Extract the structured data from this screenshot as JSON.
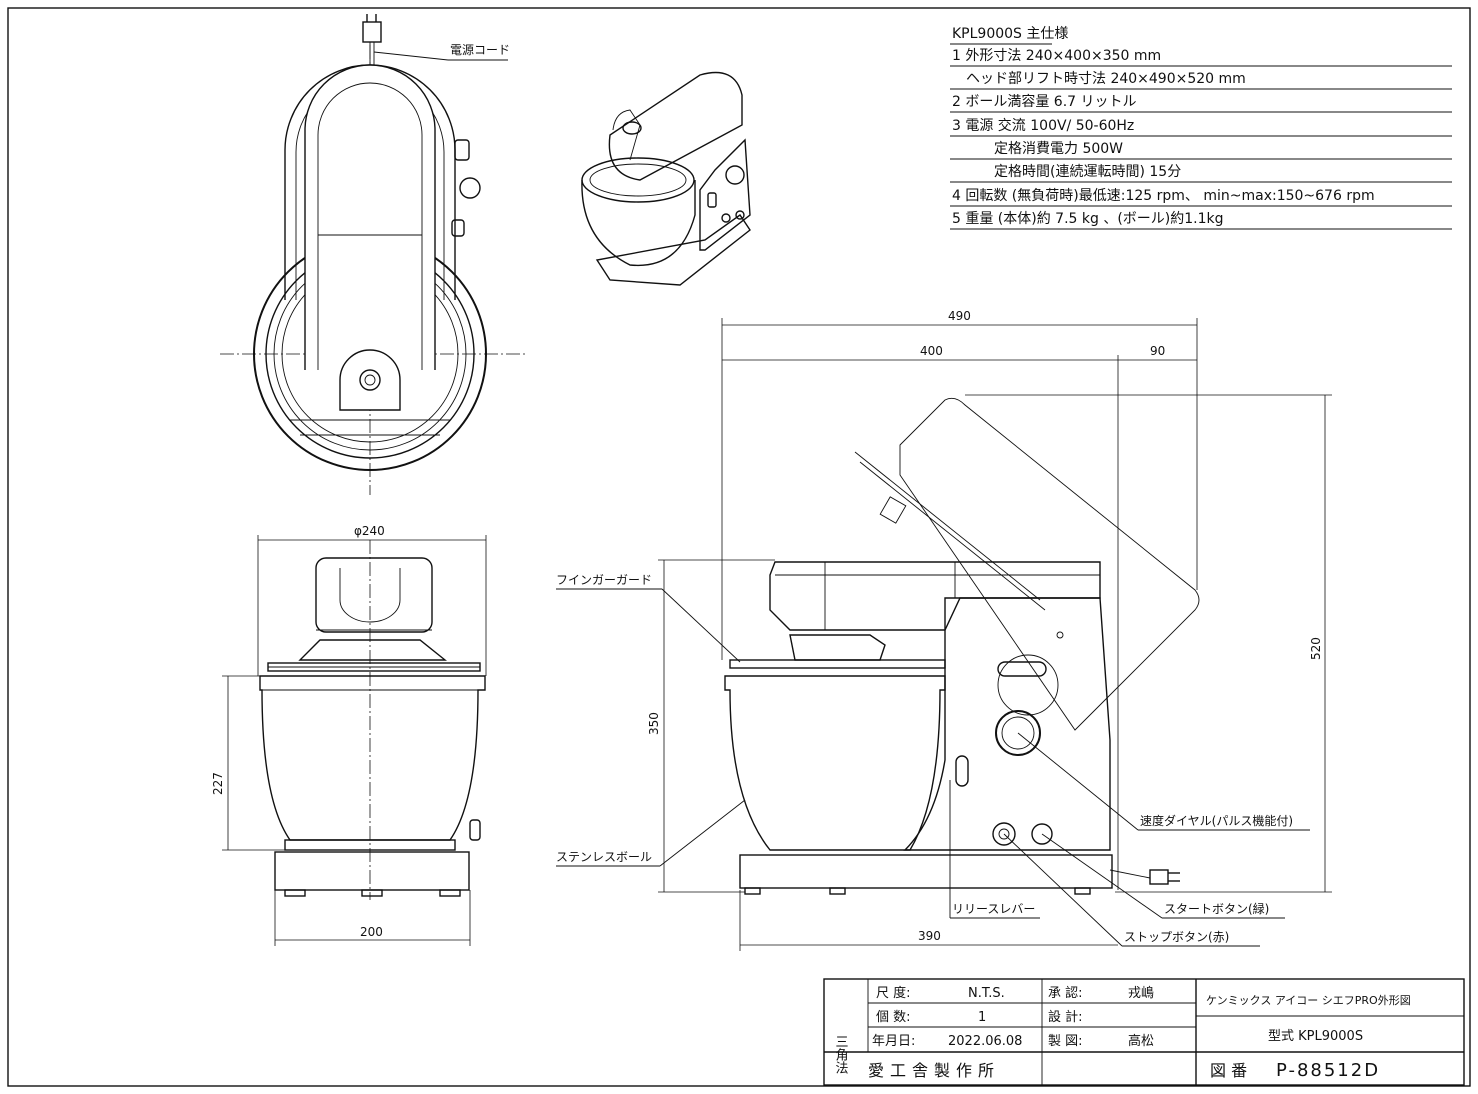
{
  "spec": {
    "title": "KPL9000S 主仕様",
    "rows": [
      "1 外形寸法 240×400×350 mm",
      "ヘッド部リフト時寸法 240×490×520 mm",
      "2 ボール満容量 6.7 リットル",
      "3 電源 交流 100V/ 50-60Hz",
      "定格消費電力 500W",
      "定格時間(連続運転時間) 15分",
      "4 回転数 (無負荷時)最低速:125 rpm、 min~max:150~676 rpm",
      "5 重量 (本体)約 7.5 kg 、(ボール)約1.1kg"
    ]
  },
  "labels": {
    "power_cord": "電源コード",
    "finger_guard": "フインガーガード",
    "stainless_bowl": "ステンレスボール",
    "speed_dial": "速度ダイヤル(パルス機能付)",
    "start_button": "スタートボタン(緑)",
    "stop_button": "ストップボタン(赤)",
    "release_lever": "リリースレバー"
  },
  "dimensions": {
    "overall_width": "490",
    "body_width": "400",
    "head_offset": "90",
    "lift_height": "520",
    "height": "350",
    "bowl_diameter": "φ240",
    "bowl_height": "227",
    "front_base_width": "200",
    "side_base_width": "390"
  },
  "title_block": {
    "projection": "三角法",
    "scale_label": "尺 度:",
    "scale_value": "N.T.S.",
    "quantity_label": "個 数:",
    "quantity_value": "1",
    "date_label": "年月日:",
    "date_value": "2022.06.08",
    "approved_label": "承 認:",
    "approved_value": "戎嶋",
    "designed_label": "設 計:",
    "designed_value": "",
    "drawn_label": "製 図:",
    "drawn_value": "高松",
    "drawing_title": "ケンミックス アイコー シエフPRO外形図",
    "model": "型式 KPL9000S",
    "company": "愛工舎製作所",
    "drawing_no_label": "図 番",
    "drawing_no": "P-88512D"
  }
}
